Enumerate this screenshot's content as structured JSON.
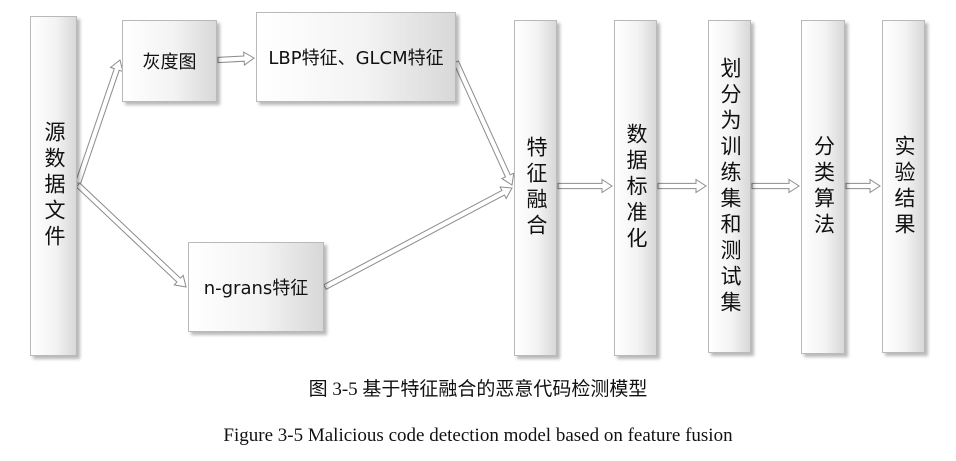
{
  "nodes": {
    "source": "源数据文件",
    "gray": "灰度图",
    "lbp_glcm": "LBP特征、GLCM特征",
    "ngram": "n-grans特征",
    "fusion": "特征融合",
    "normalize": "数据标准化",
    "split": "划分为训练集和测试集",
    "classify": "分类算法",
    "result": "实验结果"
  },
  "caption": {
    "chinese": "图 3-5  基于特征融合的恶意代码检测模型",
    "english": "Figure 3-5 Malicious code detection model based on feature fusion"
  },
  "colors": {
    "box_border": "#b9b9b9",
    "arrow_stroke": "#8c8c8c",
    "arrow_fill": "#ffffff"
  }
}
